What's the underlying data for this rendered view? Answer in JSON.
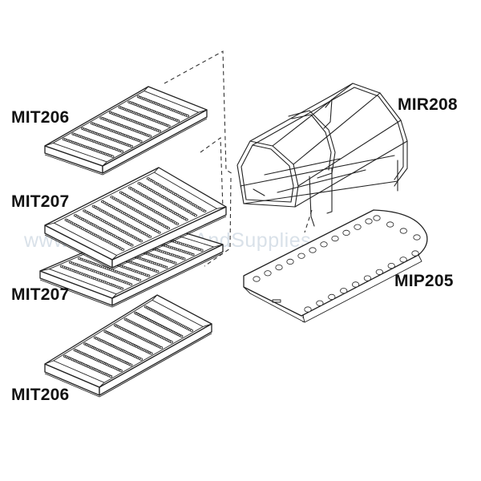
{
  "labels": {
    "tray_top": "MIT206",
    "tray_mid_upper": "MIT207",
    "tray_mid_lower": "MIT207",
    "tray_bottom": "MIT206",
    "rack": "MIR208",
    "plate": "MIP205"
  },
  "watermark": "www.MedicalPartsAndSupplies.com",
  "colors": {
    "line": "#222222",
    "background": "#ffffff",
    "watermark": "#cdd8e2"
  }
}
